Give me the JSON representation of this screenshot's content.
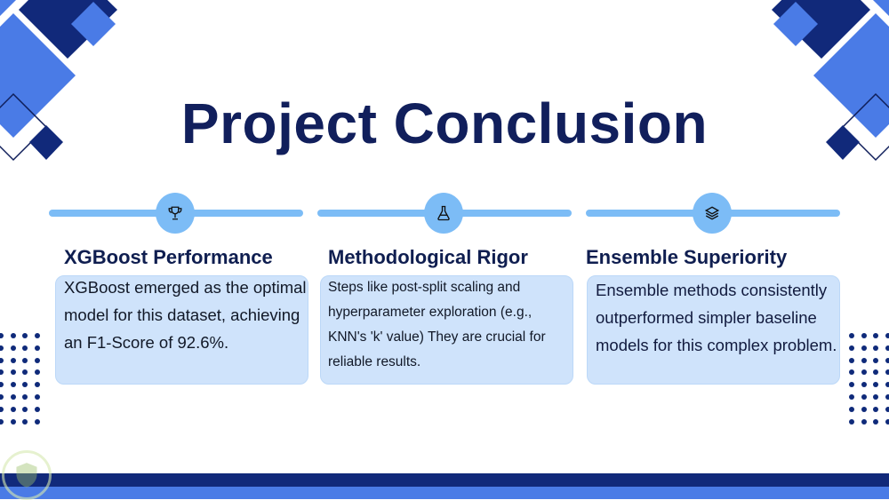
{
  "title": "Project Conclusion",
  "colors": {
    "navy": "#11297a",
    "blue": "#4a7be6",
    "accent": "#7cbcf6",
    "card": "#cfe3fb"
  },
  "sections": [
    {
      "icon": "trophy-icon",
      "title": "XGBoost Performance",
      "text": "XGBoost emerged as the optimal model for this dataset, achieving an F1-Score of 92.6%."
    },
    {
      "icon": "flask-icon",
      "title": "Methodological Rigor",
      "text": "Steps like post-split scaling and hyperparameter exploration (e.g., KNN's 'k' value) They are crucial for reliable results."
    },
    {
      "icon": "layers-icon",
      "title": "Ensemble Superiority",
      "text": "Ensemble methods consistently outperformed simpler baseline models for this complex problem."
    }
  ]
}
